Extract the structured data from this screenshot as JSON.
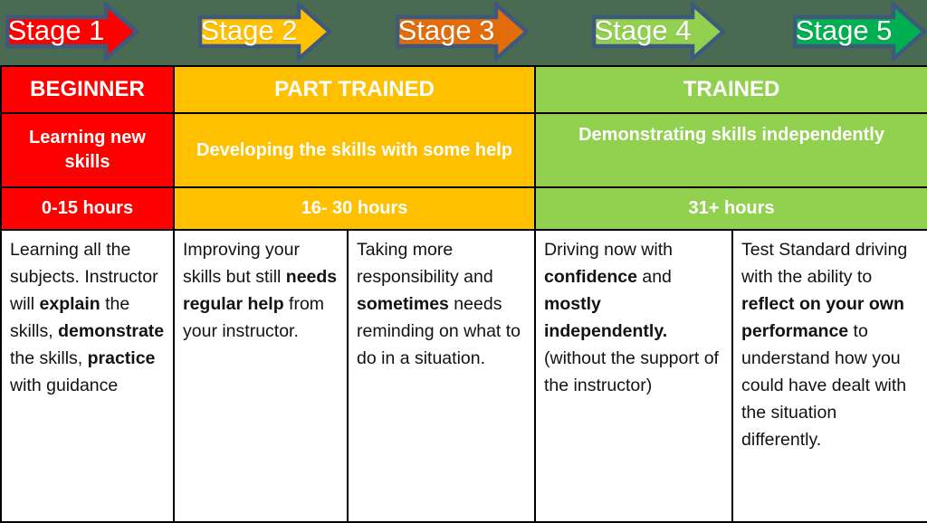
{
  "colors": {
    "page_background": "#4a6b52",
    "arrow_border": "#3d5a7d",
    "table_border": "#000000",
    "stage1_red": "#ff0000",
    "stage2_gold": "#ffc000",
    "stage3_orange": "#e36c0a",
    "stage4_light_green": "#92d050",
    "stage5_green": "#00b050",
    "header_text": "#ffffff",
    "body_text": "#121212"
  },
  "stages": [
    {
      "label": "Stage 1",
      "color": "#ff0000"
    },
    {
      "label": "Stage 2",
      "color": "#ffc000"
    },
    {
      "label": "Stage 3",
      "color": "#e36c0a"
    },
    {
      "label": "Stage 4",
      "color": "#92d050"
    },
    {
      "label": "Stage 5",
      "color": "#00b050"
    }
  ],
  "level_row": [
    {
      "label": "BEGINNER",
      "color": "#ff0000"
    },
    {
      "label": "PART TRAINED",
      "color": "#ffc000"
    },
    {
      "label": "TRAINED",
      "color": "#92d050"
    }
  ],
  "description_row": [
    {
      "label": "Learning new skills",
      "color": "#ff0000"
    },
    {
      "label": "Developing the skills with some help",
      "color": "#ffc000"
    },
    {
      "label": "Demonstrating skills independently",
      "color": "#92d050"
    }
  ],
  "hours_row": [
    {
      "label": "0-15 hours",
      "color": "#ff0000"
    },
    {
      "label": "16- 30 hours",
      "color": "#ffc000"
    },
    {
      "label": "31+ hours",
      "color": "#92d050"
    }
  ],
  "detail_cells": [
    {
      "segments": [
        {
          "text": "Learning all the subjects. Instructor will "
        },
        {
          "text": "explain",
          "bold": true
        },
        {
          "text": " the skills, "
        },
        {
          "text": "demonstrate",
          "bold": true
        },
        {
          "text": " the skills, "
        },
        {
          "text": "practice",
          "bold": true
        },
        {
          "text": " with guidance"
        }
      ]
    },
    {
      "segments": [
        {
          "text": "Improving your skills but still "
        },
        {
          "text": "needs regular help",
          "bold": true
        },
        {
          "text": " from your instructor."
        }
      ]
    },
    {
      "segments": [
        {
          "text": "Taking more responsibility and "
        },
        {
          "text": "sometimes",
          "bold": true
        },
        {
          "text": " needs reminding on what to do in a situation."
        }
      ]
    },
    {
      "segments": [
        {
          "text": "Driving now with "
        },
        {
          "text": "confidence",
          "bold": true
        },
        {
          "text": " and "
        },
        {
          "text": "mostly independently.",
          "bold": true
        },
        {
          "text": " (without the support of the instructor)"
        }
      ]
    },
    {
      "segments": [
        {
          "text": "Test Standard driving with the ability to "
        },
        {
          "text": "reflect on your own performance",
          "bold": true
        },
        {
          "text": " to understand how you could have dealt with the situation differently."
        }
      ]
    }
  ]
}
